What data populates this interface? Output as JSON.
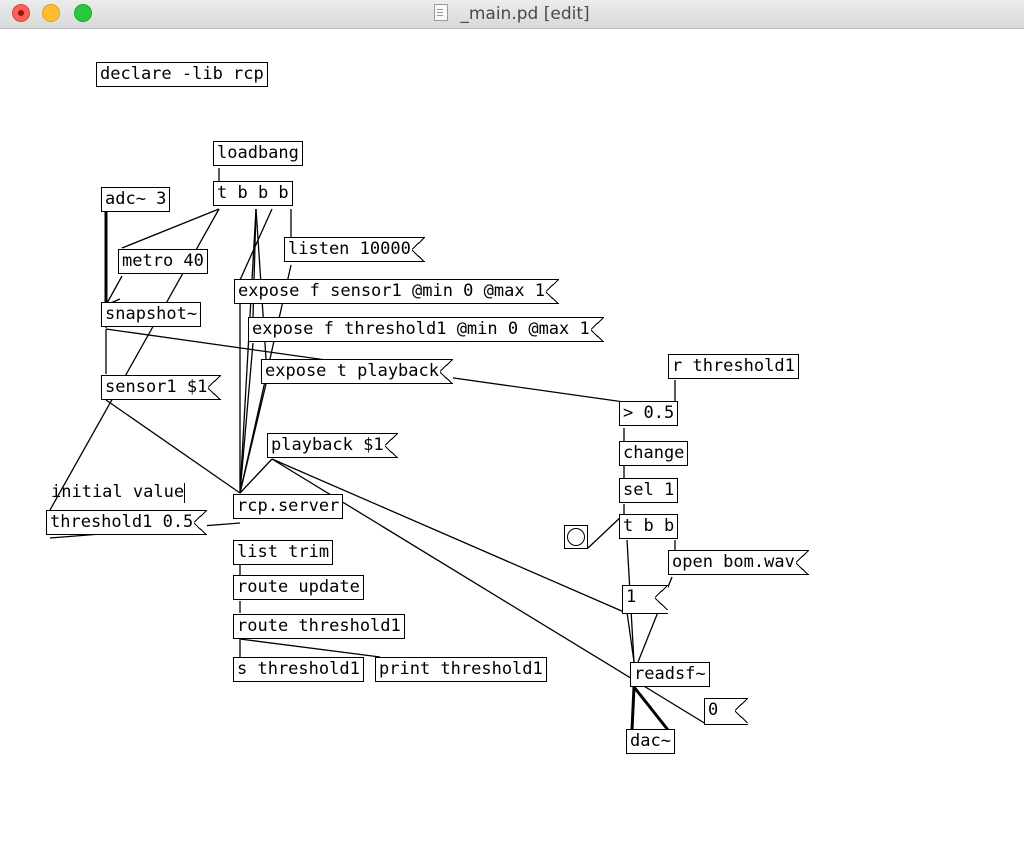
{
  "window": {
    "title": "_main.pd [edit]"
  },
  "patch": {
    "declare": "declare -lib rcp",
    "loadbang": "loadbang",
    "trigger_bbb": "t b b b",
    "adc": "adc~ 3",
    "metro": "metro 40",
    "listen": "listen 10000",
    "expose_sensor": "expose f sensor1 @min 0 @max 1",
    "snapshot": "snapshot~",
    "expose_threshold": "expose f threshold1 @min 0 @max 1",
    "expose_playback": "expose t playback",
    "r_threshold": "r threshold1",
    "sensor_msg": "sensor1 $1",
    "compare": "> 0.5",
    "playback_msg": "playback $1",
    "change": "change",
    "comment_initial": "initial value",
    "rcp_server": "rcp.server",
    "sel": "sel 1",
    "threshold_msg": "threshold1 0.5",
    "trigger_bb": "t b b",
    "open_msg": "open bom.wav",
    "list_trim": "list trim",
    "route_update": "route update",
    "msg_one": "1",
    "route_threshold": "route threshold1",
    "s_threshold": "s threshold1",
    "print_threshold": "print threshold1",
    "readsf": "readsf~",
    "msg_zero": "0",
    "dac": "dac~"
  }
}
